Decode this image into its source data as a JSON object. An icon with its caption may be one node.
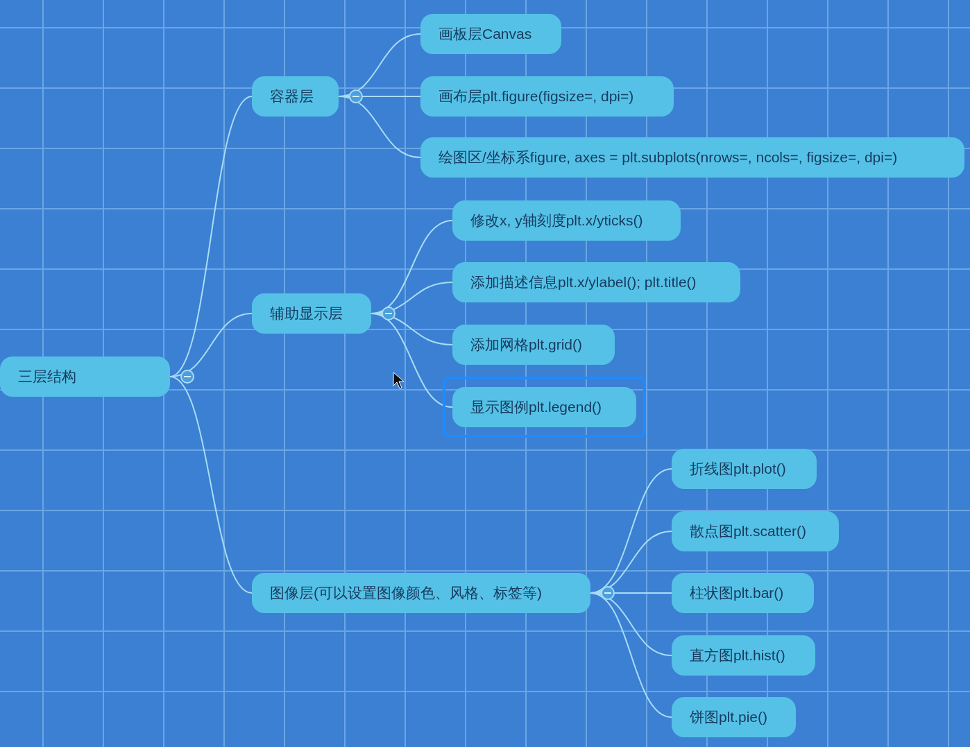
{
  "diagram": {
    "nodes": [
      {
        "text": [
          "三层结构"
        ]
      },
      {
        "text": [
          "容器层"
        ]
      },
      {
        "text": [
          "画板层Canvas"
        ]
      },
      {
        "text": [
          "画布层plt.figure(figsize=, dpi=)"
        ]
      },
      {
        "text": [
          "绘图区/坐标系figure, axes = plt.subplots(nrows=, ncols=, figsize=, dpi=)"
        ]
      },
      {
        "text": [
          "辅助显示层"
        ]
      },
      {
        "text": [
          "修改x, y轴刻度plt.x/yticks()"
        ]
      },
      {
        "text": [
          "添加描述信息plt.x/ylabel(); plt.title()"
        ]
      },
      {
        "text": [
          "添加网格plt.grid()"
        ]
      },
      {
        "text": [
          "显示图例plt.legend()"
        ]
      },
      {
        "text": [
          "图像层(可以设置图像颜色、风格、标签等)"
        ]
      },
      {
        "text": [
          "折线图plt.plot()"
        ]
      },
      {
        "text": [
          "散点图plt.scatter()"
        ]
      },
      {
        "text": [
          "柱状图plt.bar()"
        ]
      },
      {
        "text": [
          "直方图plt.hist()"
        ]
      },
      {
        "text": [
          "饼图plt.pie()"
        ]
      }
    ],
    "edges": [
      {
        "from": 0,
        "to": 1,
        "arrow": "none"
      },
      {
        "from": 0,
        "to": 5,
        "arrow": "none"
      },
      {
        "from": 0,
        "to": 10,
        "arrow": "none"
      },
      {
        "from": 1,
        "to": 2,
        "arrow": "none"
      },
      {
        "from": 1,
        "to": 3,
        "arrow": "none"
      },
      {
        "from": 1,
        "to": 4,
        "arrow": "none"
      },
      {
        "from": 5,
        "to": 6,
        "arrow": "none"
      },
      {
        "from": 5,
        "to": 7,
        "arrow": "none"
      },
      {
        "from": 5,
        "to": 8,
        "arrow": "none"
      },
      {
        "from": 5,
        "to": 9,
        "arrow": "none"
      },
      {
        "from": 10,
        "to": 11,
        "arrow": "none"
      },
      {
        "from": 10,
        "to": 12,
        "arrow": "none"
      },
      {
        "from": 10,
        "to": 13,
        "arrow": "none"
      },
      {
        "from": 10,
        "to": 14,
        "arrow": "none"
      },
      {
        "from": 10,
        "to": 15,
        "arrow": "none"
      }
    ]
  }
}
